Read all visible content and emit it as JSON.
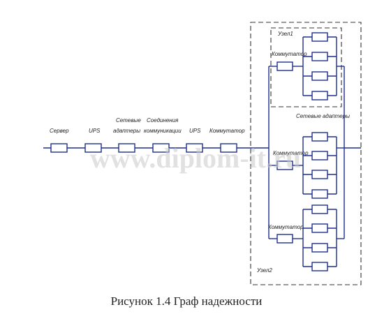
{
  "caption": "Рисунок 1.4 Граф надежности",
  "watermark": "www.diplom-it.ru",
  "chain_labels": {
    "server": "Сервер",
    "ups1": "UPS",
    "net_adapters_line1": "Сетевые",
    "net_adapters_line2": "адаптеры",
    "connections_line1": "Соединения",
    "connections_line2": "коммуникации",
    "ups2": "UPS",
    "switch": "Коммутатор"
  },
  "nodes": {
    "node1_title": "Узел1",
    "node2_title": "Узел2",
    "node1_switch": "Коммутатор",
    "node_mid_switch": "Коммутатор",
    "node2_switch": "Коммутатор",
    "net_adapters_caption": "Сетевые адаптеры"
  },
  "colors": {
    "wire": "#1f2d8f",
    "frame": "#333333",
    "watermark": "#c9c9c9"
  }
}
